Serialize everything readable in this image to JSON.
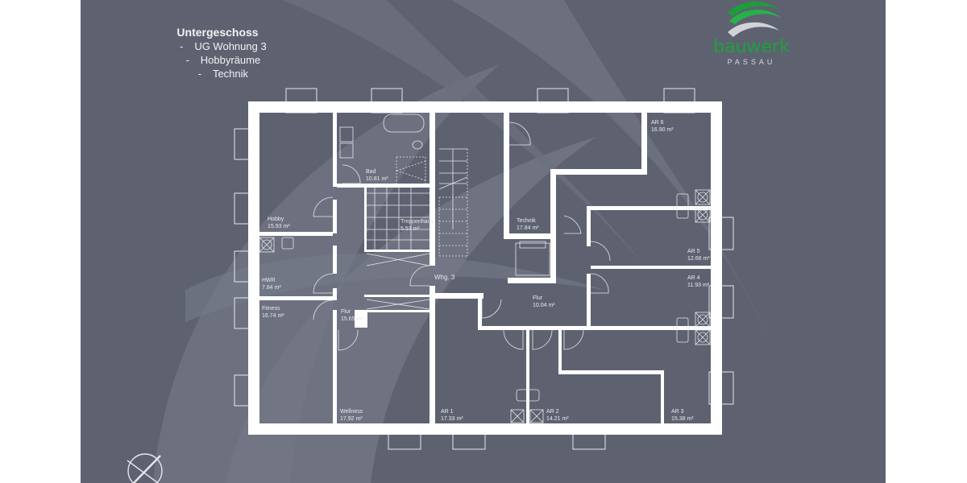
{
  "header": {
    "title": "Untergeschoss",
    "items": [
      {
        "dash": "-",
        "label": "UG Wohnung 3"
      },
      {
        "dash": "-",
        "label": "Hobbyräume"
      },
      {
        "dash": "-",
        "label": "Technik"
      }
    ]
  },
  "logo": {
    "brand": "bauwerk",
    "city": "PASSAU",
    "brand_color": "#1aa33a"
  },
  "colors": {
    "background": "#5e6270",
    "walls": "#ffffff",
    "lines": "#e6e7ec"
  },
  "rooms": [
    {
      "id": "bad",
      "name": "Bad",
      "area": "10.81 m²"
    },
    {
      "id": "hobby",
      "name": "Hobby",
      "area": "15.93 m²"
    },
    {
      "id": "treppenhaus",
      "name": "Treppenhaus",
      "area": "5.57 m²"
    },
    {
      "id": "technik",
      "name": "Technik",
      "area": "17.84 m²"
    },
    {
      "id": "ar6",
      "name": "AR 6",
      "area": "16.90 m²"
    },
    {
      "id": "ar5",
      "name": "AR 5",
      "area": "12.66 m²"
    },
    {
      "id": "ar4",
      "name": "AR 4",
      "area": "11.93 m²"
    },
    {
      "id": "hwr",
      "name": "HWR",
      "area": "7.84 m²"
    },
    {
      "id": "fitness",
      "name": "Fitness",
      "area": "16.74 m²"
    },
    {
      "id": "flur1",
      "name": "Flur",
      "area": "15.65 m²"
    },
    {
      "id": "flur2",
      "name": "Flur",
      "area": "10.04 m²"
    },
    {
      "id": "wellness",
      "name": "Wellness",
      "area": "17.92 m²"
    },
    {
      "id": "ar1",
      "name": "AR 1",
      "area": "17.33 m²"
    },
    {
      "id": "ar2",
      "name": "AR 2",
      "area": "14.21 m²"
    },
    {
      "id": "ar3",
      "name": "AR 3",
      "area": "15.38 m²"
    }
  ],
  "labels": {
    "wohnung": "Whg. 3"
  },
  "compass": {
    "icon": "north-arrow-compass-icon"
  }
}
